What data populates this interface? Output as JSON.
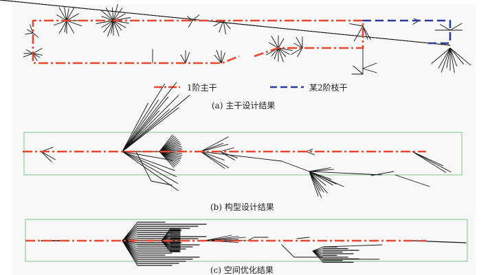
{
  "legend": {
    "primary_trunk": {
      "label": "1阶主干",
      "color": "#e8452c"
    },
    "secondary_branch": {
      "label": "某2阶枝干",
      "color": "#2b3a9a"
    }
  },
  "captions": {
    "a": "(a) 主干设计结果",
    "b": "(b) 构型设计结果",
    "c": "(c) 空间优化结果"
  },
  "colors": {
    "frame": "#7dbf8a",
    "branch": "#111111"
  }
}
